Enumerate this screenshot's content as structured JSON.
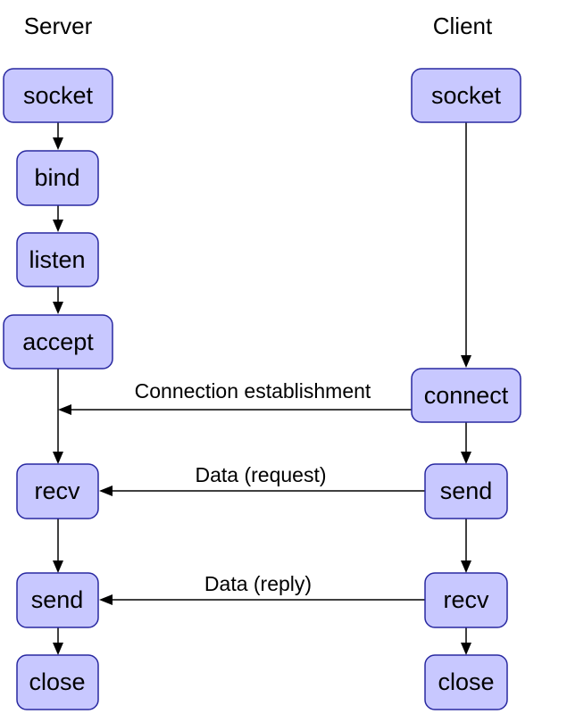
{
  "colors": {
    "node_fill": "#c8c8ff",
    "node_border": "#2828a0",
    "line": "#000000"
  },
  "server": {
    "title": "Server",
    "nodes": {
      "socket": "socket",
      "bind": "bind",
      "listen": "listen",
      "accept": "accept",
      "recv": "recv",
      "send": "send",
      "close": "close"
    }
  },
  "client": {
    "title": "Client",
    "nodes": {
      "socket": "socket",
      "connect": "connect",
      "send": "send",
      "recv": "recv",
      "close": "close"
    }
  },
  "messages": {
    "connection": "Connection establishment",
    "request": "Data (request)",
    "reply": "Data (reply)"
  }
}
